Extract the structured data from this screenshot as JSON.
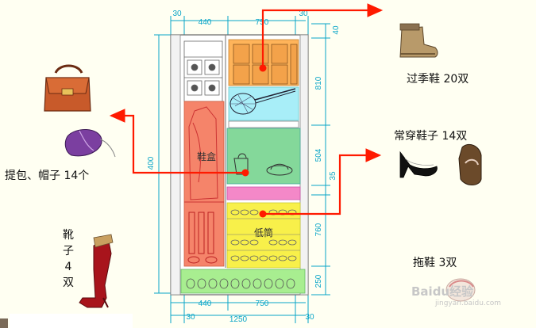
{
  "labels": {
    "bags_hats": "提包、帽子  14个",
    "seasonal_shoes": "过季鞋  20双",
    "daily_shoes": "常穿鞋子  14双",
    "slippers": "拖鞋  3双",
    "boots_chars": [
      "靴",
      "子",
      "4",
      "双"
    ]
  },
  "zones": {
    "shoe_box": "鞋盒",
    "lower": "低筒"
  },
  "dimensions": {
    "top_left_margin": "30",
    "top_left_width": "440",
    "top_right_width": "750",
    "top_right_margin": "30",
    "right_top": "40",
    "right_810": "810",
    "right_504": "504",
    "right_35": "35",
    "right_760": "760",
    "right_250": "250",
    "left_height": "400",
    "bottom_left_width": "440",
    "bottom_right_width": "750",
    "bottom_left_margin": "30",
    "bottom_right_margin": "30",
    "bottom_total": "1250"
  },
  "watermark": {
    "brand": "Baidu经验",
    "url": "jingyan.baidu.com"
  },
  "colors": {
    "arrow": "#ff1a00",
    "dimension": "#0aa5c8",
    "seasonal_zone": "#ffb45a",
    "cyan_zone": "#a8eef8",
    "left_zone": "#f5846a",
    "green_zone": "#84d89a",
    "pink_zone": "#f488c8",
    "yellow_zone": "#f8f04a",
    "bottom_zone": "#a8ee90"
  }
}
